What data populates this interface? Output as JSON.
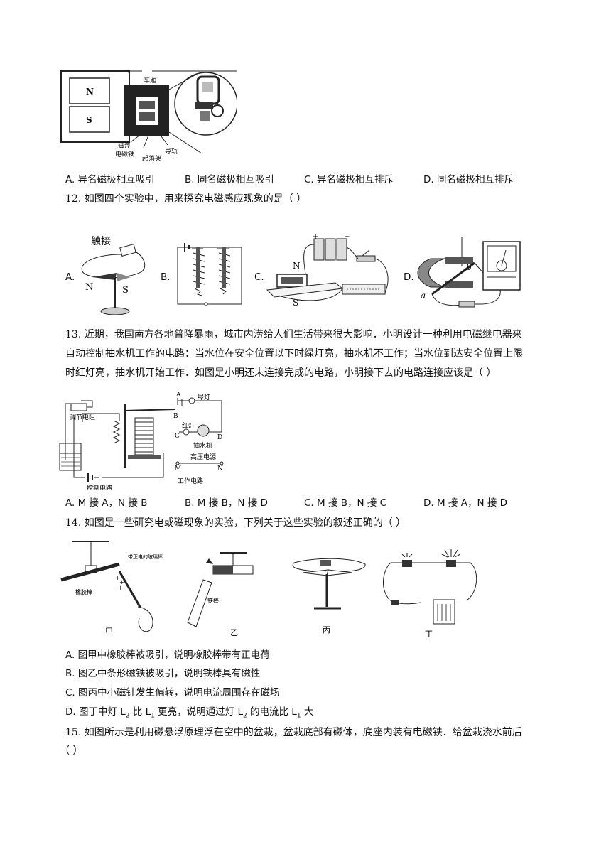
{
  "q11": {
    "figure_labels": [
      "N",
      "S",
      "车厢",
      "磁浮",
      "电磁铁",
      "起落架",
      "导轨"
    ],
    "options": [
      "A. 异名磁极相互吸引",
      "B. 同名磁极相互吸引",
      "C. 异名磁极相互排斥",
      "D. 同名磁极相互排斥"
    ]
  },
  "q12": {
    "stem": "12.  如图四个实验中，用来探究电磁感应现象的是（    ）",
    "fig_a": {
      "label": "A.",
      "touch": "触接",
      "n": "N",
      "s": "S"
    },
    "fig_b": {
      "label": "B."
    },
    "fig_c": {
      "label": "C.",
      "n": "N",
      "s": "S"
    },
    "fig_d": {
      "label": "D.",
      "a": "a",
      "b": "b"
    }
  },
  "q13": {
    "stem_line1": "13.  近期，我国南方各地普降暴雨，城市内涝给人们生活带来很大影响．小明设计一种利用电磁继电器来",
    "stem_line2": "自动控制抽水机工作的电路：当水位在安全位置以下时绿灯亮，抽水机不工作；当水位到达安全位置上限",
    "stem_line3": "时红灯亮，抽水机开始工作．如图是小明还未连接完成的电路，小明接下去的电路连接应该是（    ）",
    "figure_labels": {
      "A": "A",
      "B": "B",
      "C": "C",
      "D": "D",
      "M": "M",
      "N": "N",
      "green": "绿灯",
      "red": "红灯",
      "pump": "抽水机",
      "power": "高压电源",
      "resistor": "调节电阻",
      "control": "控制电路",
      "work": "工作电路"
    },
    "options": [
      "A. M 接 A，N 接 B",
      "B. M 接 B，N 接 D",
      "C. M 接 B，N 接 C",
      "D. M 接 A，N 接 D"
    ]
  },
  "q14": {
    "stem": "14.  如图是一些研究电或磁现象的实验，下列关于这些实验的叙述正确的（    ）",
    "figure_labels": {
      "rubber": "橡胶棒",
      "glass": "带正电的玻璃棒",
      "iron": "铁棒",
      "jia": "甲",
      "yi": "乙",
      "bing": "丙",
      "ding": "丁"
    },
    "options": [
      "A. 图甲中橡胶棒被吸引，说明橡胶棒带有正电荷",
      "B. 图乙中条形磁铁被吸引，说明铁棒具有磁性",
      "C. 图丙中小磁针发生偏转，说明电流周围存在磁场"
    ],
    "option_d": {
      "p1": "D. 图丁中灯 L",
      "s1": "2",
      "p2": "比 L",
      "s2": "1",
      "p3": "更亮，说明通过灯 L",
      "s3": "2",
      "p4": "的电流比 L",
      "s4": "1",
      "p5": "大"
    }
  },
  "q15": {
    "stem_line1": "15.  如图所示是利用磁悬浮原理浮在空中的盆栽，盆栽底部有磁体，底座内装有电磁铁．给盆栽浇水前后",
    "stem_line2": "（    ）"
  }
}
